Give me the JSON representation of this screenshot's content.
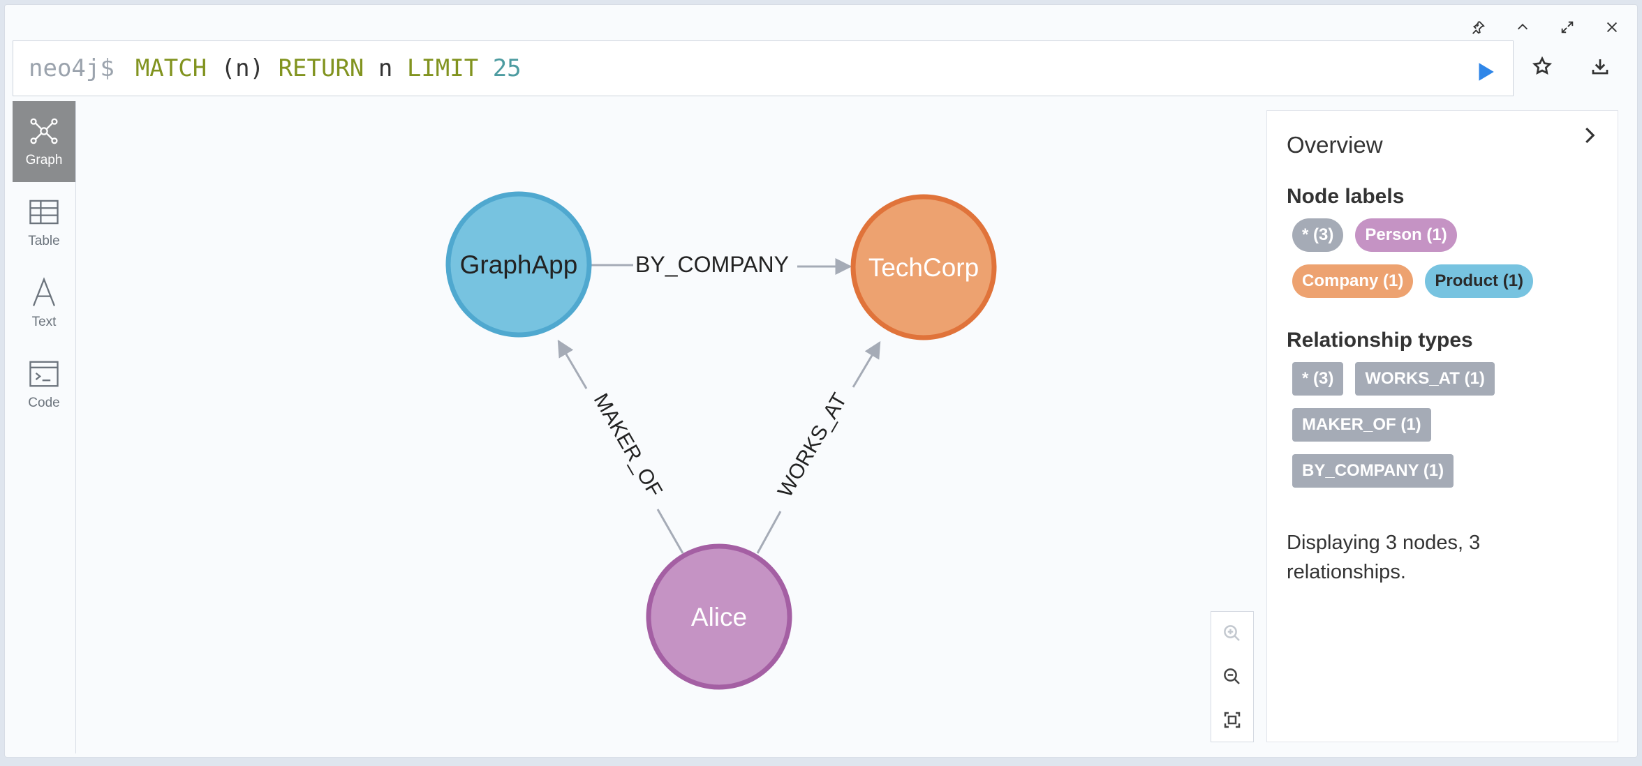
{
  "window": {
    "controls": [
      "pin-icon",
      "chevron-up-icon",
      "expand-icon",
      "close-icon"
    ]
  },
  "editor": {
    "prompt": "neo4j$",
    "query": {
      "kw1": "MATCH",
      "paren": "(n)",
      "kw2": "RETURN",
      "var": "n",
      "kw3": "LIMIT",
      "limit": "25"
    },
    "run_icon": "play-icon",
    "favorite_icon": "star-icon",
    "download_icon": "download-icon"
  },
  "sidebar": {
    "items": [
      {
        "label": "Graph",
        "icon": "graph-icon",
        "active": true
      },
      {
        "label": "Table",
        "icon": "table-icon",
        "active": false
      },
      {
        "label": "Text",
        "icon": "text-icon",
        "active": false
      },
      {
        "label": "Code",
        "icon": "code-icon",
        "active": false
      }
    ]
  },
  "graph": {
    "nodes": [
      {
        "name": "GraphApp",
        "label": "Product",
        "color": "#77c3e0",
        "border": "#4fa8cf"
      },
      {
        "name": "TechCorp",
        "label": "Company",
        "color": "#eda270",
        "border": "#e0733a"
      },
      {
        "name": "Alice",
        "label": "Person",
        "color": "#c593c4",
        "border": "#a45fa3"
      }
    ],
    "relationships": [
      {
        "type": "BY_COMPANY",
        "from": "GraphApp",
        "to": "TechCorp"
      },
      {
        "type": "MAKER_OF",
        "from": "Alice",
        "to": "GraphApp"
      },
      {
        "type": "WORKS_AT",
        "from": "Alice",
        "to": "TechCorp"
      }
    ],
    "edge_color": "#a5abb6",
    "zoom_controls": [
      "zoom-in-icon",
      "zoom-out-icon",
      "fit-icon"
    ]
  },
  "overview": {
    "title": "Overview",
    "node_labels_title": "Node labels",
    "node_labels": [
      {
        "text": "* (3)",
        "color": "#a5abb6"
      },
      {
        "text": "Person (1)",
        "color": "#c593c4"
      },
      {
        "text": "Company (1)",
        "color": "#eda270"
      },
      {
        "text": "Product (1)",
        "color": "#77c3e0",
        "dark": true
      }
    ],
    "rel_types_title": "Relationship types",
    "rel_types": [
      {
        "text": "* (3)"
      },
      {
        "text": "WORKS_AT (1)"
      },
      {
        "text": "MAKER_OF (1)"
      },
      {
        "text": "BY_COMPANY (1)"
      }
    ],
    "summary": "Displaying 3 nodes, 3 relationships."
  }
}
